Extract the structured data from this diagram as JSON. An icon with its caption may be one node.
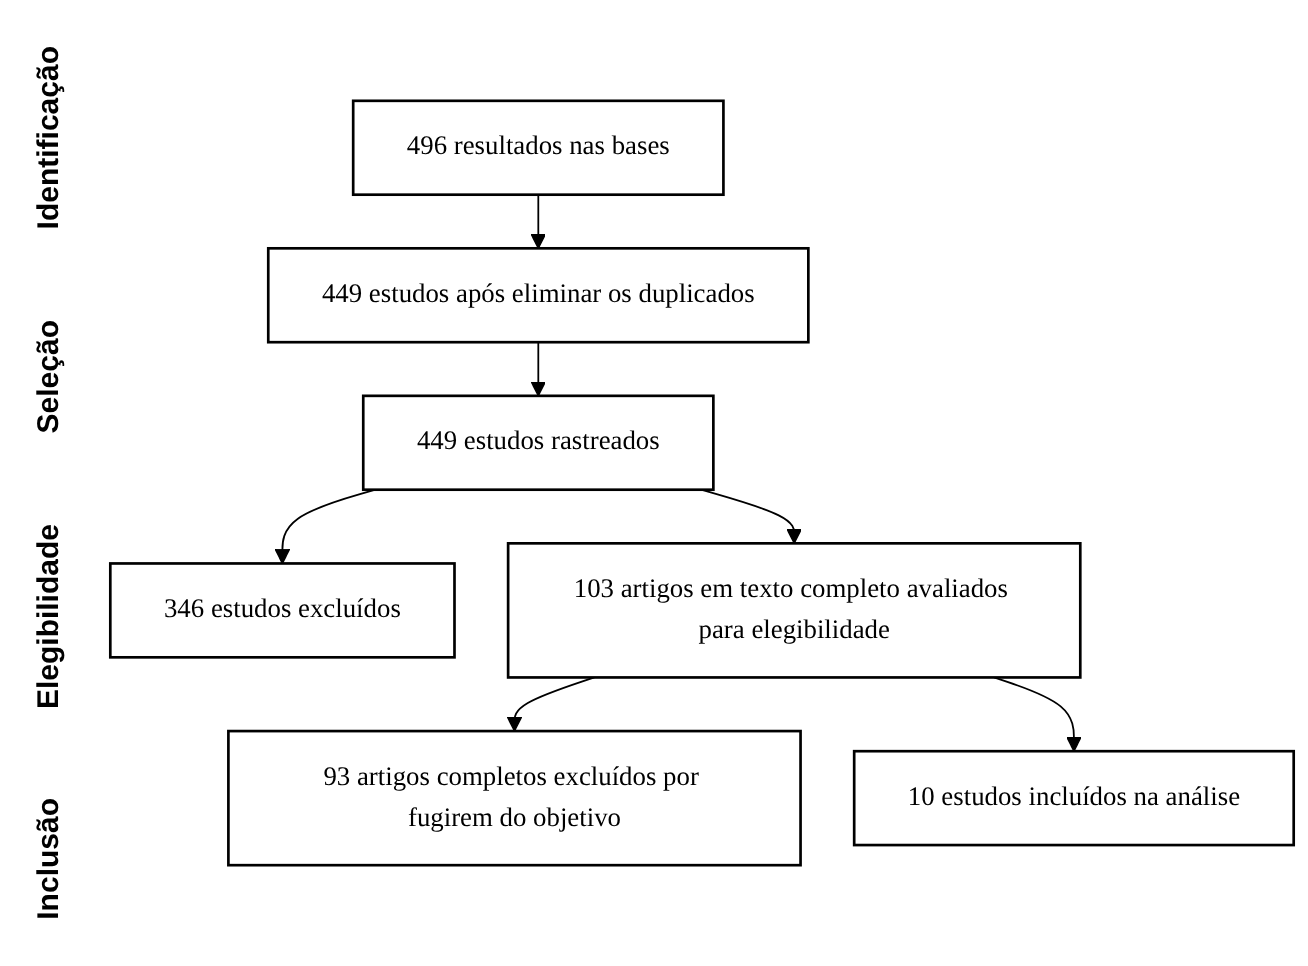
{
  "diagram": {
    "nodes": [
      {
        "text": [
          "496 resultados nas bases"
        ]
      },
      {
        "text": [
          "449 estudos após eliminar os duplicados"
        ]
      },
      {
        "text": [
          "449 estudos rastreados"
        ]
      },
      {
        "text": [
          "346 estudos excluídos"
        ]
      },
      {
        "text": [
          "103 artigos em texto completo avaliados para elegibilidade"
        ]
      },
      {
        "text": [
          "93 artigos completos excluídos por fugirem do objetivo"
        ]
      },
      {
        "text": [
          "10 estudos incluídos na análise"
        ]
      }
    ],
    "edges": [
      {
        "from": 0,
        "to": 1,
        "arrow": "to"
      },
      {
        "from": 1,
        "to": 2,
        "arrow": "to"
      },
      {
        "from": 2,
        "to": 3,
        "arrow": "to"
      },
      {
        "from": 2,
        "to": 4,
        "arrow": "to"
      },
      {
        "from": 4,
        "to": 5,
        "arrow": "to"
      },
      {
        "from": 4,
        "to": 6,
        "arrow": "to"
      }
    ],
    "labels": [
      "Identificação",
      "Seleção",
      "Elegibilidade",
      "Inclusão"
    ]
  }
}
